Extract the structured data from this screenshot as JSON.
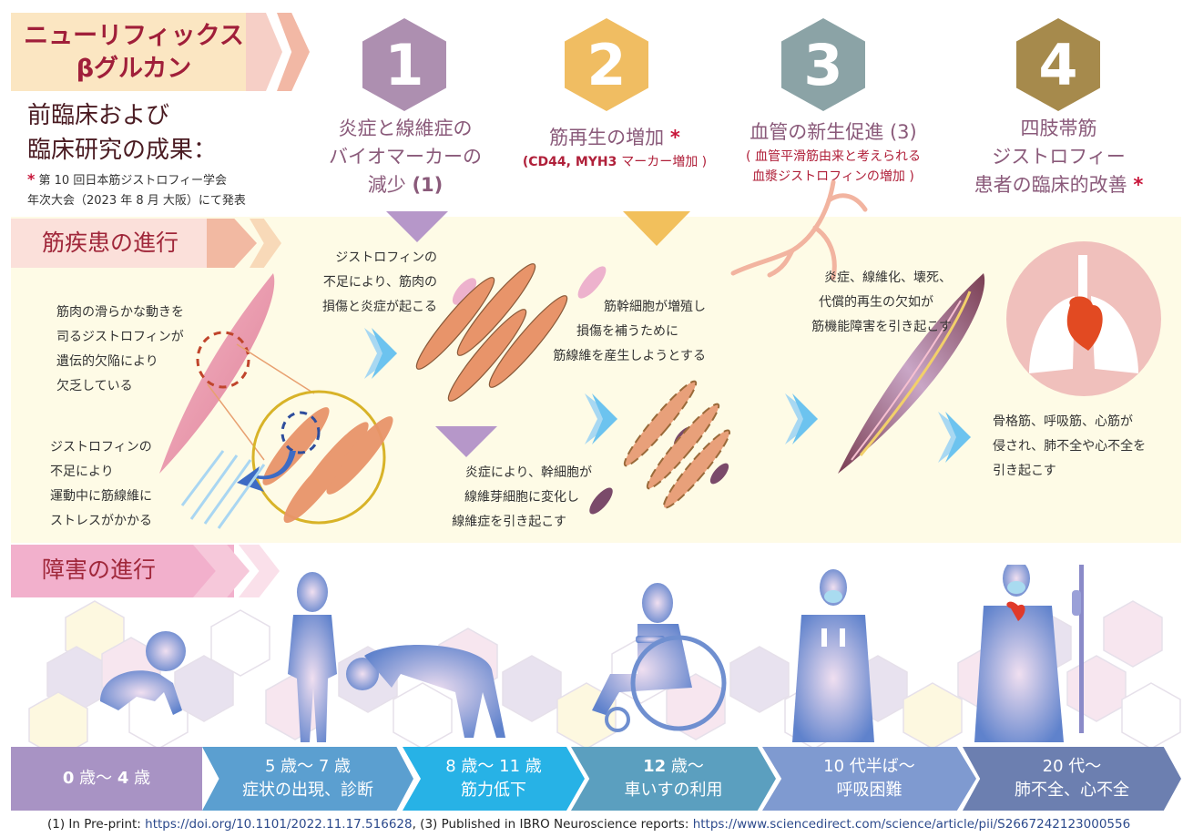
{
  "title": {
    "line1": "ニューリフィックス",
    "line2": "βグルカン",
    "subtitle_line1": "前臨床および",
    "subtitle_line2": "臨床研究の成果：",
    "note_star": "*",
    "note_line1": "第 10 回日本筋ジストロフィー学会",
    "note_line2": "年次大会（2023 年 8 月 大阪）にて発表"
  },
  "steps": [
    {
      "number": "1",
      "color": "#ad8fb0",
      "title_lines": [
        "炎症と線維症の",
        "バイオマーカーの"
      ],
      "title_last": "減少",
      "ref": "(1)"
    },
    {
      "number": "2",
      "color": "#f0bd62",
      "title": "筋再生の増加",
      "star": "*",
      "sub_bold": "(CD44, MYH3",
      "sub_normal": "マーカー増加 )"
    },
    {
      "number": "3",
      "color": "#8ba3a6",
      "title": "血管の新生促進 (3)",
      "sub_line1": "( 血管平滑筋由来と考えられる",
      "sub_line2": "血漿ジストロフィンの増加 )"
    },
    {
      "number": "4",
      "color": "#a68a4c",
      "title_lines": [
        "四肢帯筋",
        "ジストロフィー"
      ],
      "title_last": "患者の臨床的改善",
      "star": "*"
    }
  ],
  "sections": {
    "disease": {
      "label": "筋疾患の進行"
    },
    "disability": {
      "label": "障害の進行"
    }
  },
  "disease_descriptions": [
    {
      "id": "dystrophin-lack",
      "lines": [
        "筋肉の滑らかな動きを",
        "司るジストロフィンが",
        "遺伝的欠陥により",
        "欠乏している"
      ]
    },
    {
      "id": "stress",
      "lines": [
        "ジストロフィンの",
        "不足により",
        "運動中に筋線維に",
        "ストレスがかかる"
      ]
    },
    {
      "id": "damage",
      "lines": [
        "ジストロフィンの",
        "不足により、筋肉の",
        "損傷と炎症が起こる"
      ]
    },
    {
      "id": "stem-cells",
      "lines": [
        "筋幹細胞が増殖し",
        "損傷を補うために",
        "筋線維を産生しようとする"
      ]
    },
    {
      "id": "fibrosis",
      "lines": [
        "炎症により、幹細胞が",
        "線維芽細胞に変化し",
        "線維症を引き起こす"
      ]
    },
    {
      "id": "dysfunction",
      "lines": [
        "炎症、線維化、壊死、",
        "代償的再生の欠如が",
        "筋機能障害を引き起こす"
      ]
    },
    {
      "id": "organ-failure",
      "lines": [
        "骨格筋、呼吸筋、心筋が",
        "侵され、肺不全や心不全を",
        "引き起こす"
      ]
    }
  ],
  "age_stages": [
    {
      "age_bold_a": "0",
      "age_mid": "歳〜",
      "age_bold_b": "4",
      "age_end": "歳",
      "desc": "",
      "color": "#a893c4"
    },
    {
      "age": "5 歳〜 7 歳",
      "desc": "症状の出現、診断",
      "color": "#5b9fd0"
    },
    {
      "age": "8 歳〜 11 歳",
      "desc": "筋力低下",
      "color": "#27b2e6"
    },
    {
      "age_bold": "12",
      "age_rest": "歳〜",
      "desc": "車いすの利用",
      "color": "#5b9fbf"
    },
    {
      "age": "10 代半ば〜",
      "desc": "呼吸困難",
      "color": "#7f9ad0"
    },
    {
      "age": "20 代〜",
      "desc": "肺不全、心不全",
      "color": "#6c7fb0"
    }
  ],
  "footnote": {
    "part1": "(1) In Pre-print: ",
    "link1": "https://doi.org/10.1101/2022.11.17.516628",
    "part2": ", (3) Published in IBRO Neuroscience reports: ",
    "link2": "https://www.sciencedirect.com/science/article/pii/S2667242123000556"
  },
  "colors": {
    "title_red": "#a01f3a",
    "panel_bg": "#fefbe6",
    "arrow_blue": "#7cc8ef",
    "silhouette_blue": "#6f8fd0"
  }
}
